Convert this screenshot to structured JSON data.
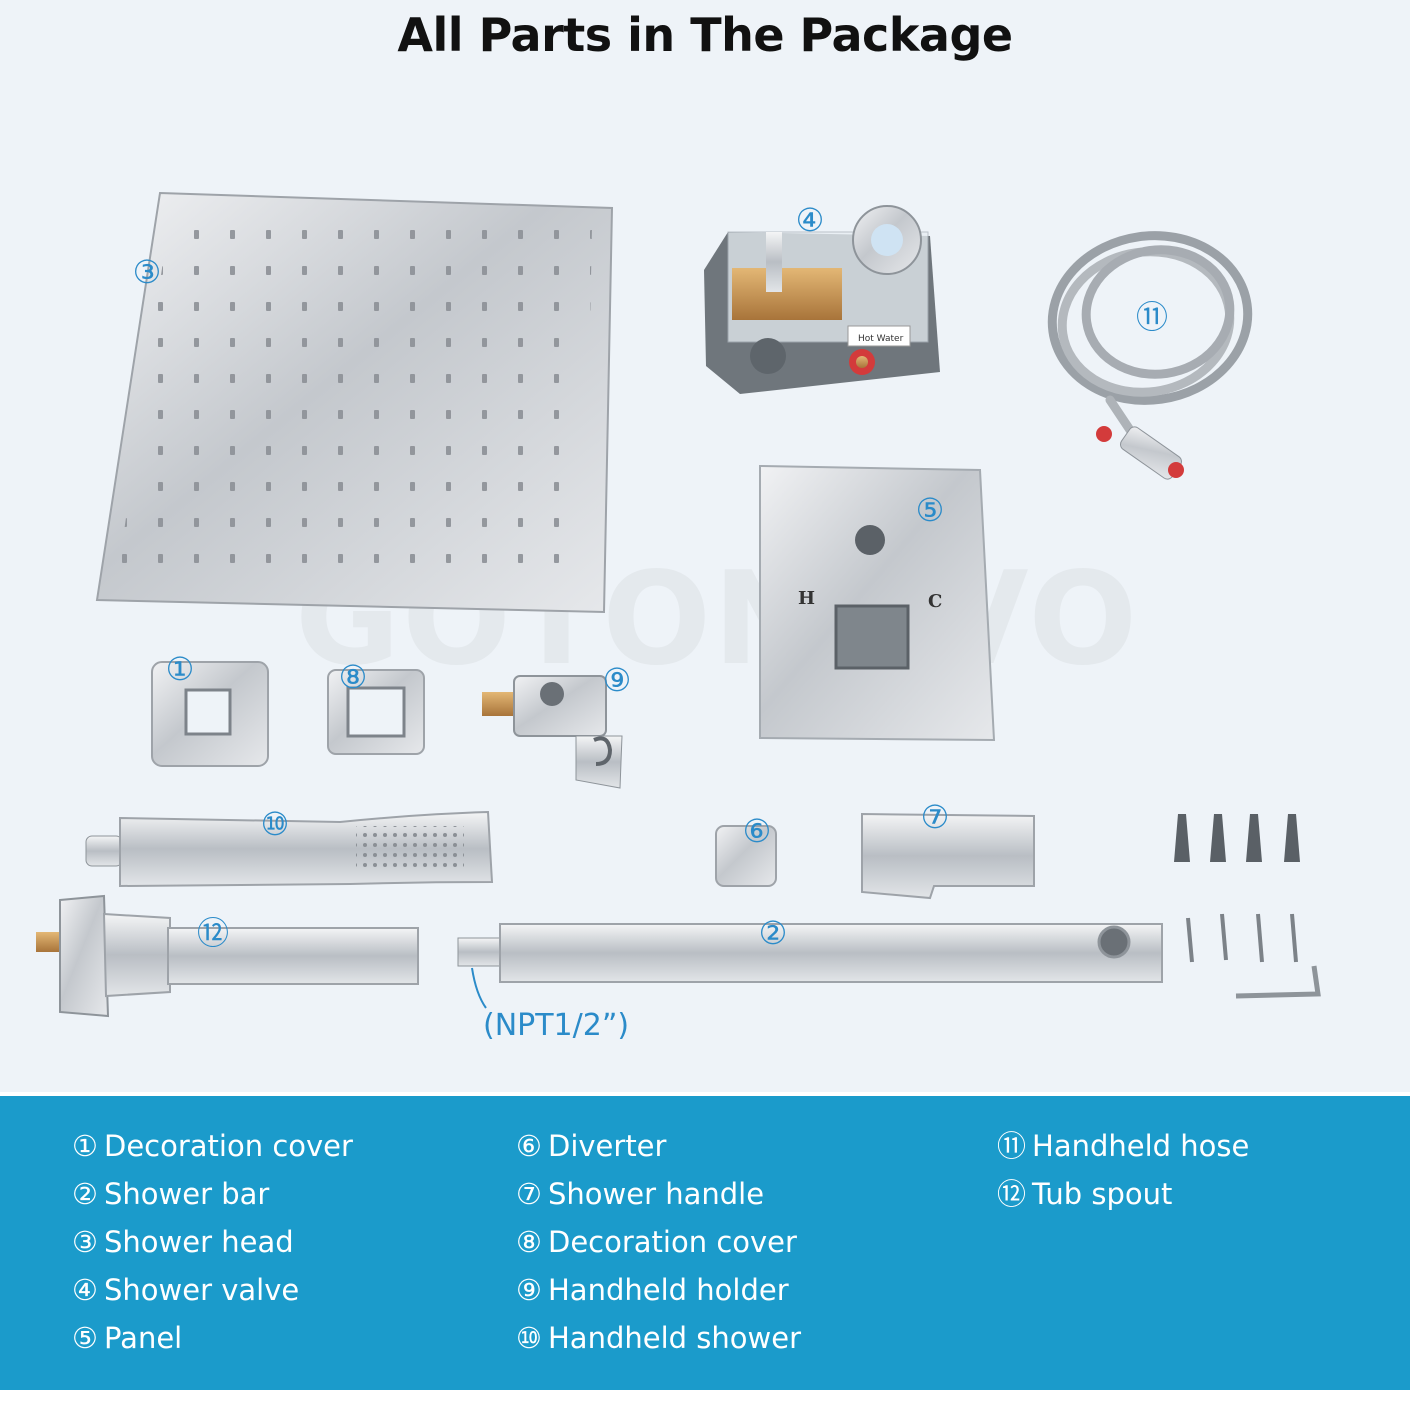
{
  "header": {
    "title": "All Parts in The Package"
  },
  "watermark": "GOTONOVO",
  "callouts": {
    "c1": "①",
    "c2": "②",
    "c3": "③",
    "c4": "④",
    "c5": "⑤",
    "c6": "⑥",
    "c7": "⑦",
    "c8": "⑧",
    "c9": "⑨",
    "c10": "⑩",
    "c11": "⑪",
    "c12": "⑫"
  },
  "annotations": {
    "thread_size": "(NPT1/2”)"
  },
  "panel_marks": {
    "hot": "H",
    "cold": "C"
  },
  "valve_labels": {
    "hot_water": "Hot Water"
  },
  "legend": {
    "items": [
      {
        "num": "①",
        "label": "Decoration cover"
      },
      {
        "num": "②",
        "label": "Shower bar"
      },
      {
        "num": "③",
        "label": "Shower head"
      },
      {
        "num": "④",
        "label": "Shower valve"
      },
      {
        "num": "⑤",
        "label": "Panel"
      },
      {
        "num": "⑥",
        "label": "Diverter"
      },
      {
        "num": "⑦",
        "label": "Shower handle"
      },
      {
        "num": "⑧",
        "label": "Decoration cover"
      },
      {
        "num": "⑨",
        "label": "Handheld holder"
      },
      {
        "num": "⑩",
        "label": "Handheld shower"
      },
      {
        "num": "⑪",
        "label": "Handheld hose"
      },
      {
        "num": "⑫",
        "label": "Tub spout"
      }
    ]
  },
  "colors": {
    "accent_blue": "#2b8bc9",
    "legend_bg": "#1b9bcb",
    "stage_bg": "#eef3f8",
    "chrome": "#cfd3d8"
  }
}
